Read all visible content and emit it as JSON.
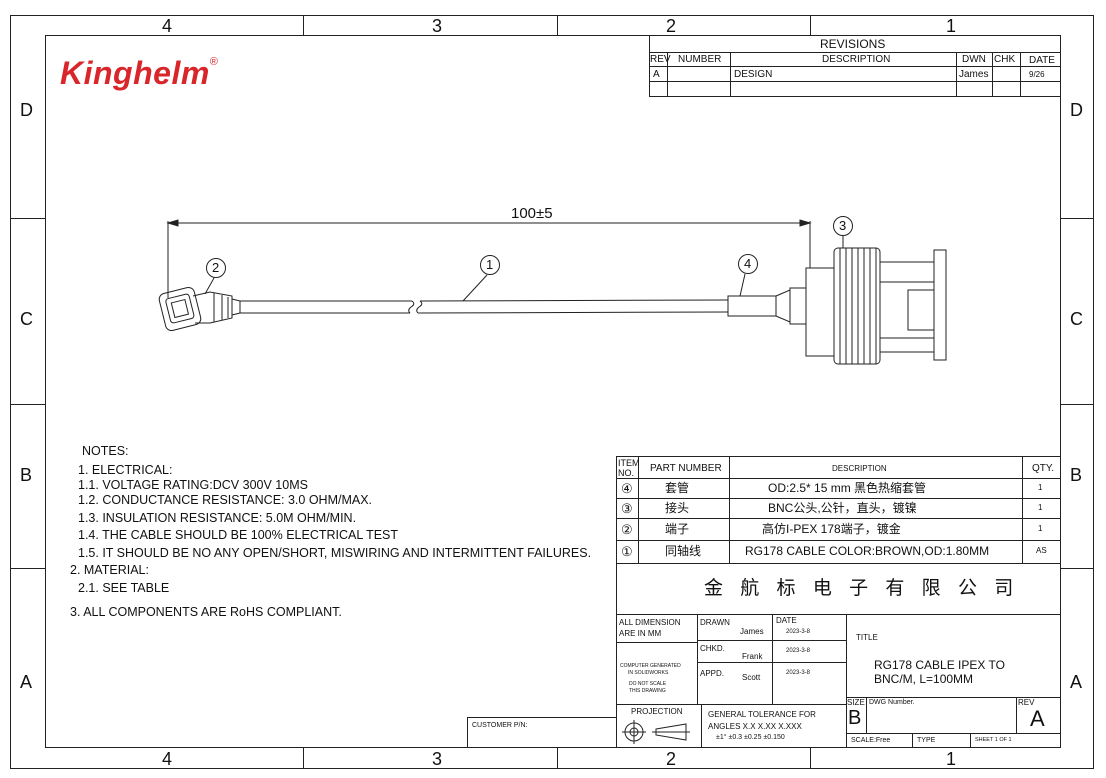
{
  "frame": {
    "col_labels": [
      "4",
      "3",
      "2",
      "1"
    ],
    "row_labels": [
      "D",
      "C",
      "B",
      "A"
    ]
  },
  "logo": {
    "text": "Kinghelm",
    "mark": "®",
    "color": "#d8262a"
  },
  "revisions": {
    "title": "REVISIONS",
    "headers": {
      "rev": "REV",
      "number": "NUMBER",
      "description": "DESCRIPTION",
      "dwn": "DWN",
      "chk": "CHK",
      "date": "DATE"
    },
    "row": {
      "rev": "A",
      "number": "",
      "description": "DESIGN",
      "dwn": "James",
      "chk": "",
      "date": "9/26"
    }
  },
  "drawing": {
    "dimension": "100±5",
    "balloons": [
      "1",
      "2",
      "3",
      "4"
    ]
  },
  "notes": {
    "title": "NOTES:",
    "lines": [
      "1.  ELECTRICAL:",
      "1.1.  VOLTAGE RATING:DCV 300V 10MS",
      "1.2.  CONDUCTANCE RESISTANCE: 3.0 OHM/MAX.",
      "1.3.  INSULATION RESISTANCE: 5.0M OHM/MIN.",
      "1.4.  THE CABLE SHOULD BE 100% ELECTRICAL TEST",
      "1.5.  IT SHOULD BE NO ANY OPEN/SHORT, MISWIRING AND INTERMITTENT FAILURES.",
      "2.  MATERIAL:",
      "2.1.  SEE TABLE",
      "3.  ALL COMPONENTS ARE RoHS COMPLIANT."
    ]
  },
  "bom": {
    "headers": {
      "item_line1": "ITEM",
      "item_line2": "NO.",
      "part": "PART NUMBER",
      "description": "DESCRIPTION",
      "qty": "QTY."
    },
    "rows": [
      {
        "item": "④",
        "part": "套管",
        "description": "OD:2.5* 15 mm 黑色热缩套管",
        "qty": "1"
      },
      {
        "item": "③",
        "part": "接头",
        "description": "BNC公头,公针，直头，镀镍",
        "qty": "1"
      },
      {
        "item": "②",
        "part": "端子",
        "description": "高仿I-PEX 178端子，镀金",
        "qty": "1"
      },
      {
        "item": "①",
        "part": "同轴线",
        "description": "RG178 CABLE COLOR:BROWN,OD:1.80MM",
        "qty": "AS"
      }
    ]
  },
  "title_block": {
    "company": "金 航 标 电 子 有 限 公 司",
    "all_dim_1": "ALL DIMENSION",
    "all_dim_2": "ARE IN MM",
    "drawn_label": "DRAWN",
    "drawn_name": "James",
    "date_label": "DATE",
    "drawn_date": "2023-3-8",
    "chkd_label": "CHKD.",
    "chkd_name": "Frank",
    "chkd_date": "2023-3-8",
    "appd_label": "APPD.",
    "appd_name": "Scott",
    "appd_date": "2023-3-8",
    "computer_1": "COMPUTER GENERATED",
    "computer_2": "IN SOLIDWORKS",
    "noscale_1": "DO NOT SCALE",
    "noscale_2": "THIS DRAWING",
    "projection": "PROJECTION",
    "tol_1": "GENERAL TOLERANCE FOR",
    "tol_2": "ANGLES  X.X  X.XX  X.XXX",
    "tol_3": "±1°      ±0.3      ±0.25   ±0.150",
    "customer": "CUSTOMER P/N:",
    "title_label": "TITLE",
    "title_1": "RG178  CABLE IPEX  TO",
    "title_2": "BNC/M, L=100MM",
    "size_label": "SIZE",
    "size": "B",
    "dwg_label": "DWG Number.",
    "rev_label": "REV",
    "rev": "A",
    "scale": "SCALE:Free",
    "type": "TYPE",
    "sheet": "SHEET  1   OF   1"
  }
}
